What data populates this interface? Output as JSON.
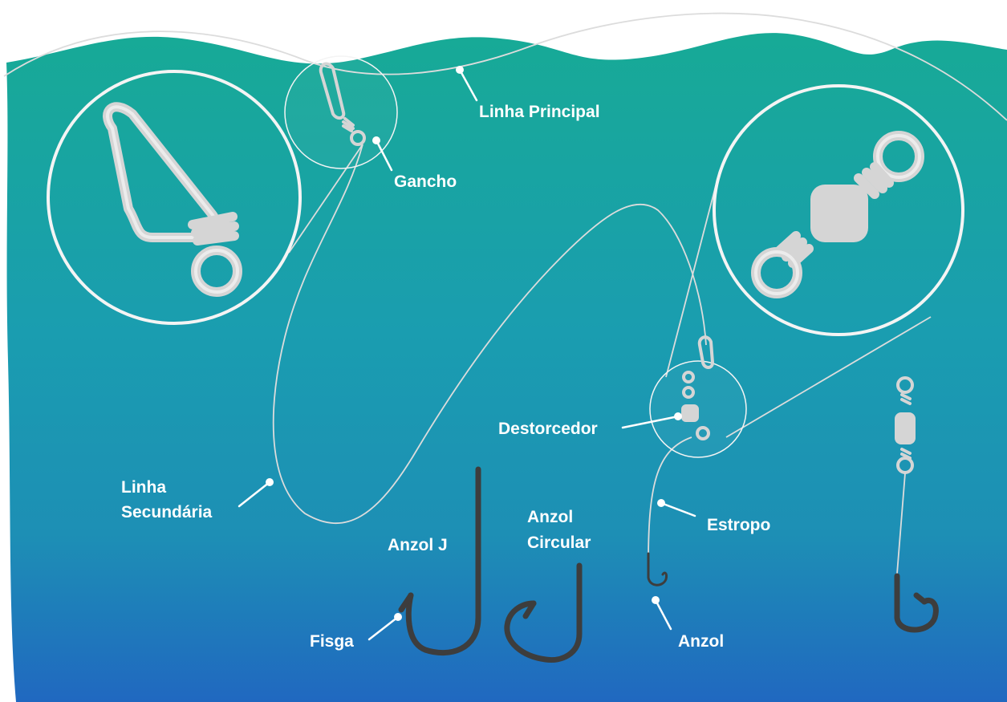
{
  "labels": {
    "main_line": "Linha Principal",
    "snap": "Gancho",
    "branch_line_1": "Linha",
    "branch_line_2": "Secundária",
    "swivel": "Destorcedor",
    "snood": "Estropo",
    "j_hook": "Anzol J",
    "circle_hook_1": "Anzol",
    "circle_hook_2": "Circular",
    "barb": "Fisga",
    "hook": "Anzol"
  },
  "colors": {
    "water_top": "#1aa89a",
    "water_mid": "#1d93ae",
    "water_bottom": "#1f6fbd",
    "line": "#dcdcdc",
    "hook": "#3d3d3d",
    "label": "#ffffff"
  }
}
